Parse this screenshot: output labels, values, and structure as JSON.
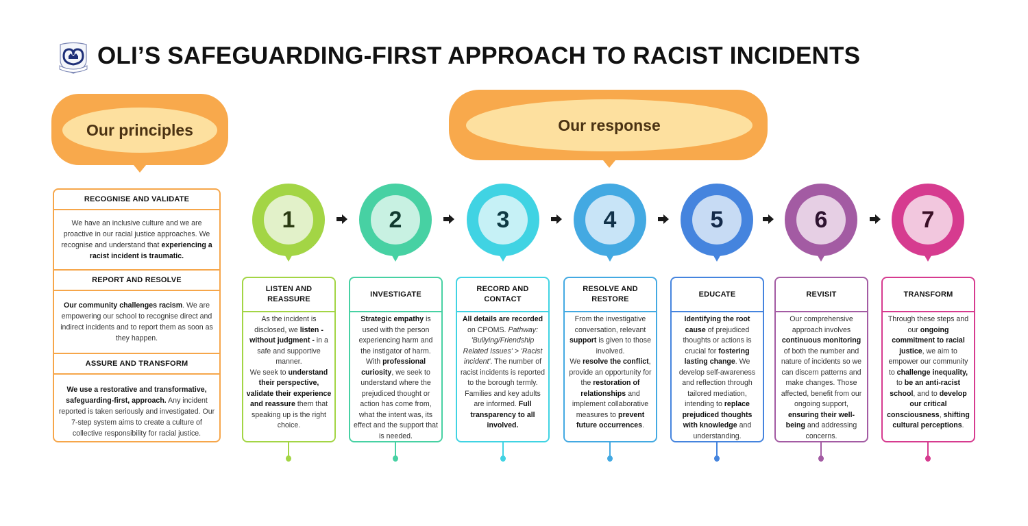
{
  "header": {
    "logo_icon": "school-crest-icon",
    "title": "OLI’S SAFEGUARDING-FIRST APPROACH TO RACIST INCIDENTS"
  },
  "banners": {
    "principles": "Our principles",
    "response": "Our response"
  },
  "colors": {
    "banner_outer": "#f8a94c",
    "banner_inner": "#fde09f",
    "principles_border": "#f6a64a"
  },
  "principles": [
    {
      "heading": "RECOGNISE AND VALIDATE",
      "body_html": "We have an inclusive culture and we are proactive in our racial justice approaches. We recognise and understand that <b>experiencing a racist incident is traumatic.</b>"
    },
    {
      "heading": "REPORT AND RESOLVE",
      "body_html": "<b>Our community challenges racism</b>. We are empowering our school to recognise direct and indirect incidents and to report them as soon as they happen."
    },
    {
      "heading": "ASSURE AND TRANSFORM",
      "body_html": "<b>We use a restorative and transformative, safeguarding-first, approach.</b> Any incident reported is taken seriously and investigated. Our 7-step system aims to create a culture of collective responsibility for racial justice."
    }
  ],
  "steps": [
    {
      "number": "1",
      "heading": "LISTEN AND REASSURE",
      "color": "#a3d545",
      "light": "#e2f1c9",
      "numcolor": "#2a3a12",
      "body_html": "As the incident is disclosed, we <b>listen - without judgment -</b> in a safe and supportive manner.<br>We seek to <b>understand their perspective, validate their experience and reassure</b> them that speaking up is the right choice."
    },
    {
      "number": "2",
      "heading": "INVESTIGATE",
      "color": "#47d1a3",
      "light": "#c8f1e2",
      "numcolor": "#123a30",
      "body_html": "<b>Strategic empathy</b> is used with the person experiencing harm and the instigator of harm. With <b>professional curiosity</b>, we seek to understand where the prejudiced thought or action has come from, what the intent was, its effect and the support that is needed."
    },
    {
      "number": "3",
      "heading": "RECORD AND CONTACT",
      "color": "#40d3e3",
      "light": "#c6f1f6",
      "numcolor": "#0f3a44",
      "body_html": "<b>All details are recorded</b> on CPOMS. <i>Pathway: 'Bullying/Friendship Related Issues' &gt; 'Racist incident'</i>. The number of racist incidents is reported to the borough termly.<br>Families and key adults are informed. <b>Full transparency to all involved.</b>"
    },
    {
      "number": "4",
      "heading": "RESOLVE AND RESTORE",
      "color": "#43a9e2",
      "light": "#c8e4f7",
      "numcolor": "#12324a",
      "body_html": "From the investigative conversation, relevant <b>support</b> is given to those involved.<br>We <b>resolve the conflict</b>, provide an opportunity for the <b>restoration of relationships</b> and implement collaborative measures to <b>prevent future occurrences</b>."
    },
    {
      "number": "5",
      "heading": "EDUCATE",
      "color": "#4584de",
      "light": "#c7dbf4",
      "numcolor": "#142a4a",
      "body_html": "<b>Identifying the root cause</b> of prejudiced thoughts or actions is crucial for <b>fostering lasting change</b>. We develop self-awareness and reflection through tailored mediation, intending to <b>replace prejudiced thoughts with knowledge</b> and understanding."
    },
    {
      "number": "6",
      "heading": "REVISIT",
      "color": "#a35ba3",
      "light": "#e6cfe4",
      "numcolor": "#2e1430",
      "body_html": "Our comprehensive approach involves <b>continuous monitoring</b> of both the number and nature of incidents so we can discern patterns and make changes. Those affected, benefit from our ongoing support, <b>ensuring their well-being</b> and addressing concerns."
    },
    {
      "number": "7",
      "heading": "TRANSFORM",
      "color": "#d63b8f",
      "light": "#f2c7de",
      "numcolor": "#3a0f26",
      "body_html": "Through these steps and our <b>ongoing commitment to racial justice</b>, we aim to empower our community to <b>challenge inequality,</b> to <b>be an anti-racist school</b>, and to <b>develop our critical consciousness</b>, <b>shifting cultural perceptions</b>."
    }
  ]
}
